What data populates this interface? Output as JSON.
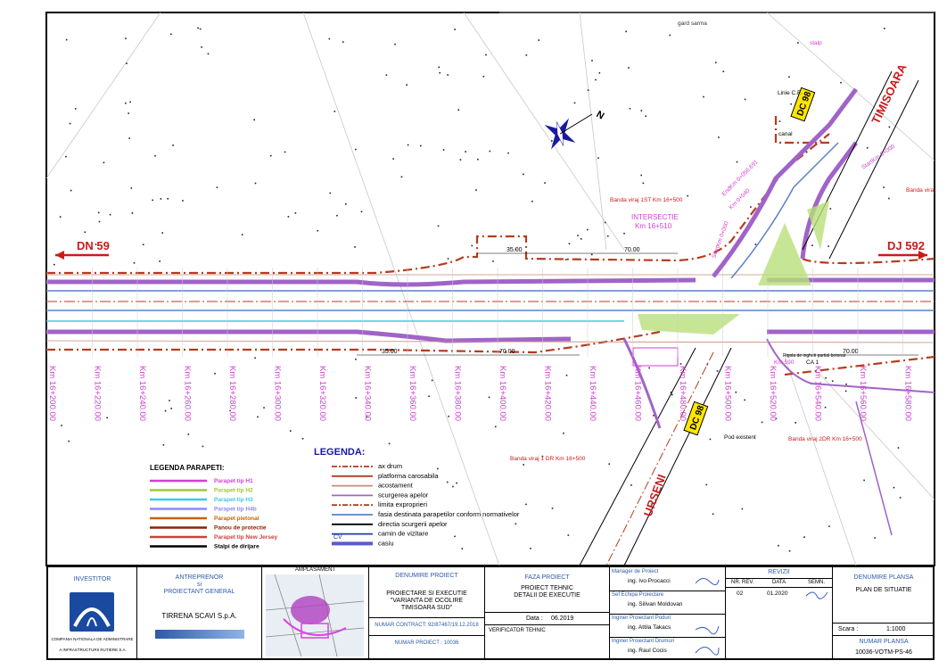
{
  "roads": {
    "dn59": "DN 59",
    "dj592": "DJ 592",
    "timisoara": "TIMISOARA",
    "urseni": "URSENI",
    "dc98_top": "DC 98",
    "dc98_bottom": "DC 98"
  },
  "north": "N",
  "labels": {
    "gard_sarma": "gard sarma",
    "stalp": "stalp",
    "linie_cf": "Linie C.F.",
    "canal": "canal",
    "intersectie": "INTERSECTIE",
    "km_intersectie": "Km 16+510",
    "banda_1st": "Banda viraj 1ST Km 16+500",
    "banda_viraj": "Banda viraj",
    "banda_1dr": "Banda viraj 1 DR Km 16+500",
    "banda_2dr": "Banda viraj 2DR Km 16+500",
    "pod_existent": "Pod existent",
    "km590": "Km 590",
    "ca1": "CA 1",
    "dim_35_top": "35.00",
    "dim_70_top": "70.00",
    "dim_35_bottom": "35.00",
    "dim_70_bottom": "70.00",
    "dim_70_right": "70.00",
    "rigola": "Rigola de ingheti partial betonat",
    "endkm": "EndKm 0+056.691",
    "startkm": "StartKm 0+000",
    "startkm_left": "StartKm 0+000",
    "km0040": "Km 0+040"
  },
  "stations": [
    "Km 16+200.00",
    "Km 16+220.00",
    "Km 16+240.00",
    "Km 16+260.00",
    "Km 16+280.00",
    "Km 16+300.00",
    "Km 16+320.00",
    "Km 16+340.00",
    "Km 16+360.00",
    "Km 16+380.00",
    "Km 16+400.00",
    "Km 16+420.00",
    "Km 16+440.00",
    "Km 16+460.00",
    "Km 16+480.00",
    "Km 16+500.00",
    "Km 16+520.00",
    "Km 16+540.00",
    "Km 16+560.00",
    "Km 16+580.00"
  ],
  "legend_parapeti": {
    "title": "LEGENDA PARAPETI:",
    "items": [
      {
        "label": "Parapet tip H1",
        "color": "#d23fd2"
      },
      {
        "label": "Parapet tip H2",
        "color": "#a0c832"
      },
      {
        "label": "Parapet tip H3",
        "color": "#3fc8e8"
      },
      {
        "label": "Parapet tip H4b",
        "color": "#8888ff"
      },
      {
        "label": "Parapet pietonal",
        "color": "#c86400"
      },
      {
        "label": "Panou de protectie",
        "color": "#8b2200"
      },
      {
        "label": "Parapet tip New Jersey",
        "color": "#d23c3c"
      },
      {
        "label": "Stalpi de dirijare",
        "color": "#000000"
      }
    ]
  },
  "legenda": {
    "title": "LEGENDA:",
    "items": [
      {
        "label": "ax drum",
        "color": "#b43c1e"
      },
      {
        "label": "platforma carosabila",
        "color": "#b43c1e"
      },
      {
        "label": "acostament",
        "color": "#c88c78"
      },
      {
        "label": "scurgerea apelor",
        "color": "#a064c8"
      },
      {
        "label": "limita exproprieri",
        "color": "#b43c1e"
      },
      {
        "label": "fasia destinata parapetilor conform normativelor",
        "color": "#5a82c8"
      },
      {
        "label": "directia scurgerii apelor",
        "color": "#000000"
      },
      {
        "label": "camin de vizitare",
        "color": "#2040a0"
      },
      {
        "label": "casiu",
        "color": "#5a5ad2"
      }
    ],
    "cv": "CV"
  },
  "titleblock": {
    "investitor_h": "INVESTITOR",
    "investitor_name1": "COMPANIA NATIONALA DE ADMINISTRARE",
    "investitor_name2": "A INFRASTRUCTURII RUTIERE S.A",
    "antreprenor_h1": "ANTREPRENOR",
    "antreprenor_h2": "si",
    "antreprenor_h3": "PROIECTANT GENERAL",
    "antreprenor_name": "TIRRENA SCAVI S.p.A.",
    "amplasament": "AMPLASAMENT",
    "denumire_proiect_h": "DENUMIRE PROIECT",
    "denumire_proiect1": "PROIECTARE SI EXECUTIE",
    "denumire_proiect2": "\"VARIANTA DE OCOLIRE",
    "denumire_proiect3": "TIMISOARA SUD\"",
    "numar_contract": "NUMAR CONTRACT: 92/87467/19.12.2018",
    "numar_proiect": "NUMAR PROIECT : 10036",
    "faza_h": "FAZA PROIECT",
    "faza1": "PROIECT TEHNIC",
    "faza2": "DETALII DE EXECUTIE",
    "data_label": "Data :",
    "data_value": "06.2019",
    "verificator": "VERIFICATOR TEHNIC",
    "manager_h": "Manager de Proiect",
    "manager": "ing. Ivo Procacci",
    "sef_h": "Sef Echipa Proiectare",
    "sef": "ing. Silivan Moldovan",
    "poduri_h": "Inginer Proiectant Poduri",
    "poduri": "ing. Attila Takacs",
    "drumuri_h": "Inginer Proiectant Drumuri",
    "drumuri": "ing. Raul Cocis",
    "revizii_h": "REVIZII",
    "nr_rev_h": "NR. REV.",
    "data_h": "DATA",
    "semn_h": "SEMN.",
    "nr_rev": "02",
    "data_rev": "01.2020",
    "denumire_plansa_h": "DENUMIRE PLANSA",
    "denumire_plansa": "PLAN DE SITUATIE",
    "scara_label": "Scara :",
    "scara_value": "1:1000",
    "numar_plansa_h": "NUMAR PLANSA",
    "numar_plansa": "10036-VOTM-PS-46"
  }
}
